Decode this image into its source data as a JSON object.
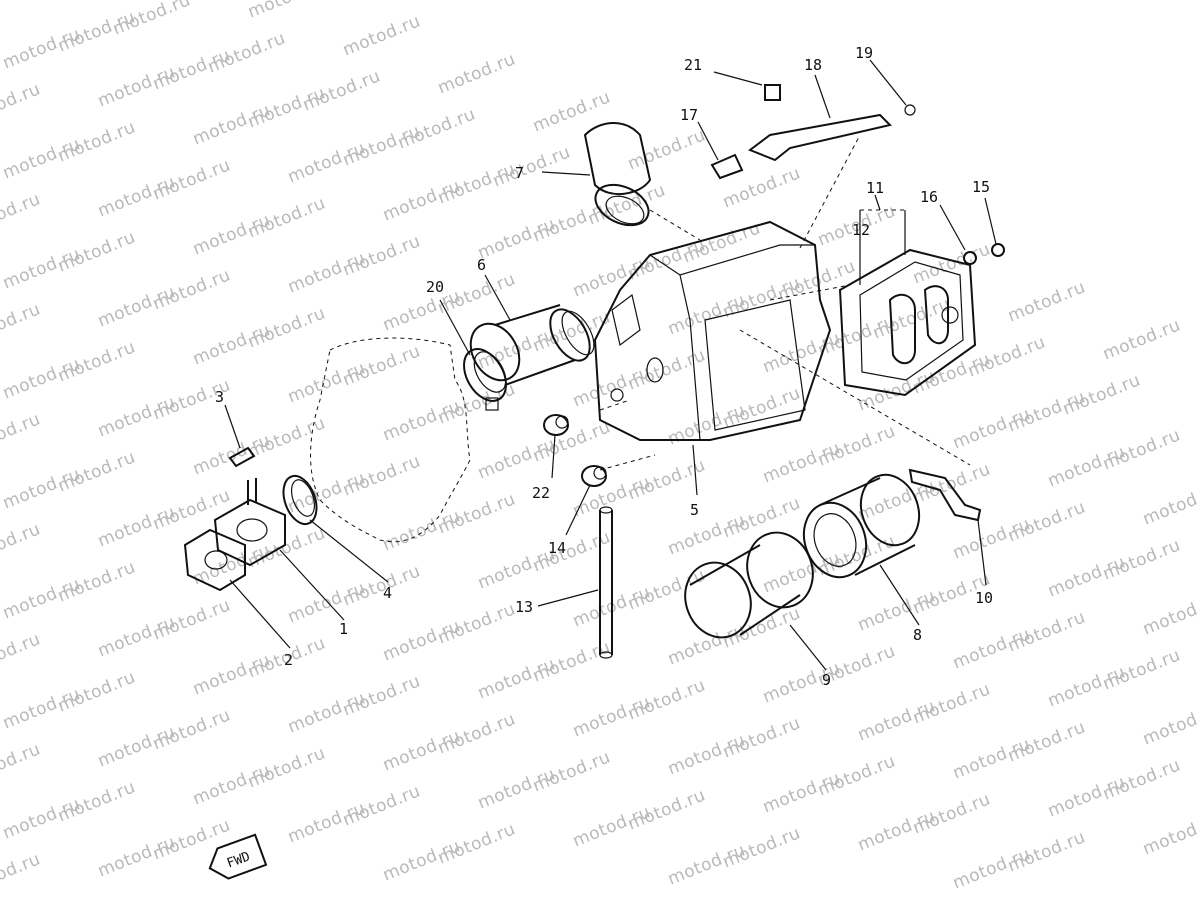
{
  "watermark_text": "motod.ru",
  "direction_label": "FWD",
  "callouts": [
    "1",
    "2",
    "3",
    "4",
    "5",
    "6",
    "7",
    "8",
    "9",
    "10",
    "11",
    "12",
    "13",
    "14",
    "15",
    "16",
    "17",
    "18",
    "19",
    "20",
    "21",
    "22"
  ]
}
